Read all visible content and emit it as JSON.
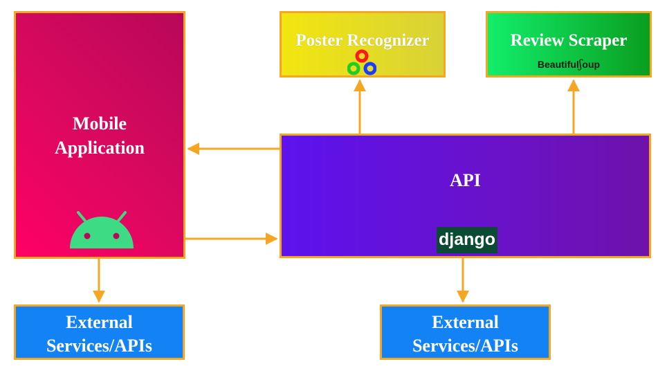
{
  "nodes": {
    "mobile": {
      "label_line1": "Mobile",
      "label_line2": "Application",
      "icon": "android-icon"
    },
    "api": {
      "label": "API",
      "logo_text": "django"
    },
    "poster": {
      "label": "Poster Recognizer",
      "icon": "opencv-icon"
    },
    "review": {
      "label": "Review Scraper",
      "logo_text_a": "Beautiful",
      "logo_text_b": "oup"
    },
    "ext1": {
      "label_line1": "External",
      "label_line2": "Services/APIs"
    },
    "ext2": {
      "label_line1": "External",
      "label_line2": "Services/APIs"
    }
  },
  "colors": {
    "border": "#f5a623",
    "arrow": "#f5a623",
    "mobile": "#e0085e",
    "api": "#6212d8",
    "poster": "#e8e020",
    "review": "#10c040",
    "external": "#1282f5",
    "android": "#3ddc84",
    "django": "#0c4b33"
  }
}
